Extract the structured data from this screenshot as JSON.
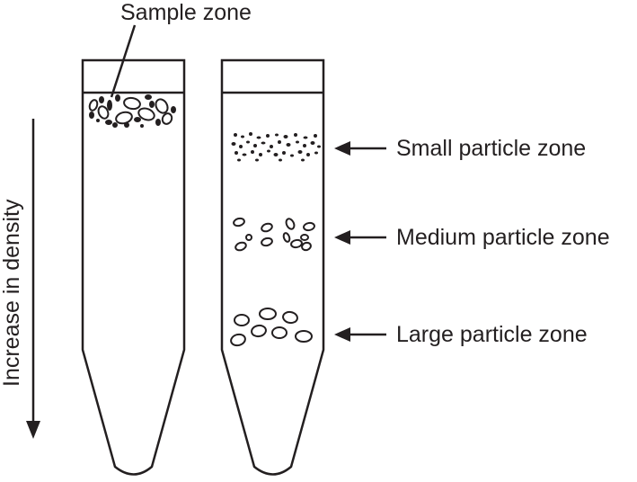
{
  "labels": {
    "sample_zone": "Sample zone",
    "density_axis": "Increase in density",
    "small_zone": "Small particle zone",
    "medium_zone": "Medium particle zone",
    "large_zone": "Large particle zone"
  },
  "colors": {
    "ink": "#231f20",
    "background": "#ffffff"
  }
}
